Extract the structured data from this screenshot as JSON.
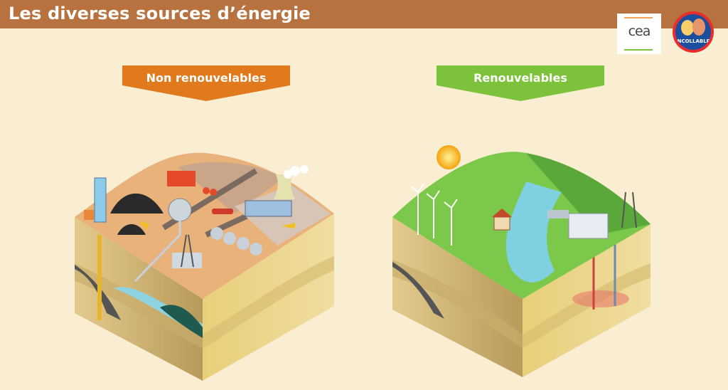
{
  "header": {
    "title": "Les diverses sources d’énergie"
  },
  "logos": {
    "cea": "cea",
    "incollables": "LES INCOLLABLES"
  },
  "sections": [
    {
      "label": "Non renouvelables",
      "color": "#e07a1c"
    },
    {
      "label": "Renouvelables",
      "color": "#7cc23a"
    }
  ],
  "colors": {
    "header": "#b8723f",
    "background": "#f9edd2"
  }
}
